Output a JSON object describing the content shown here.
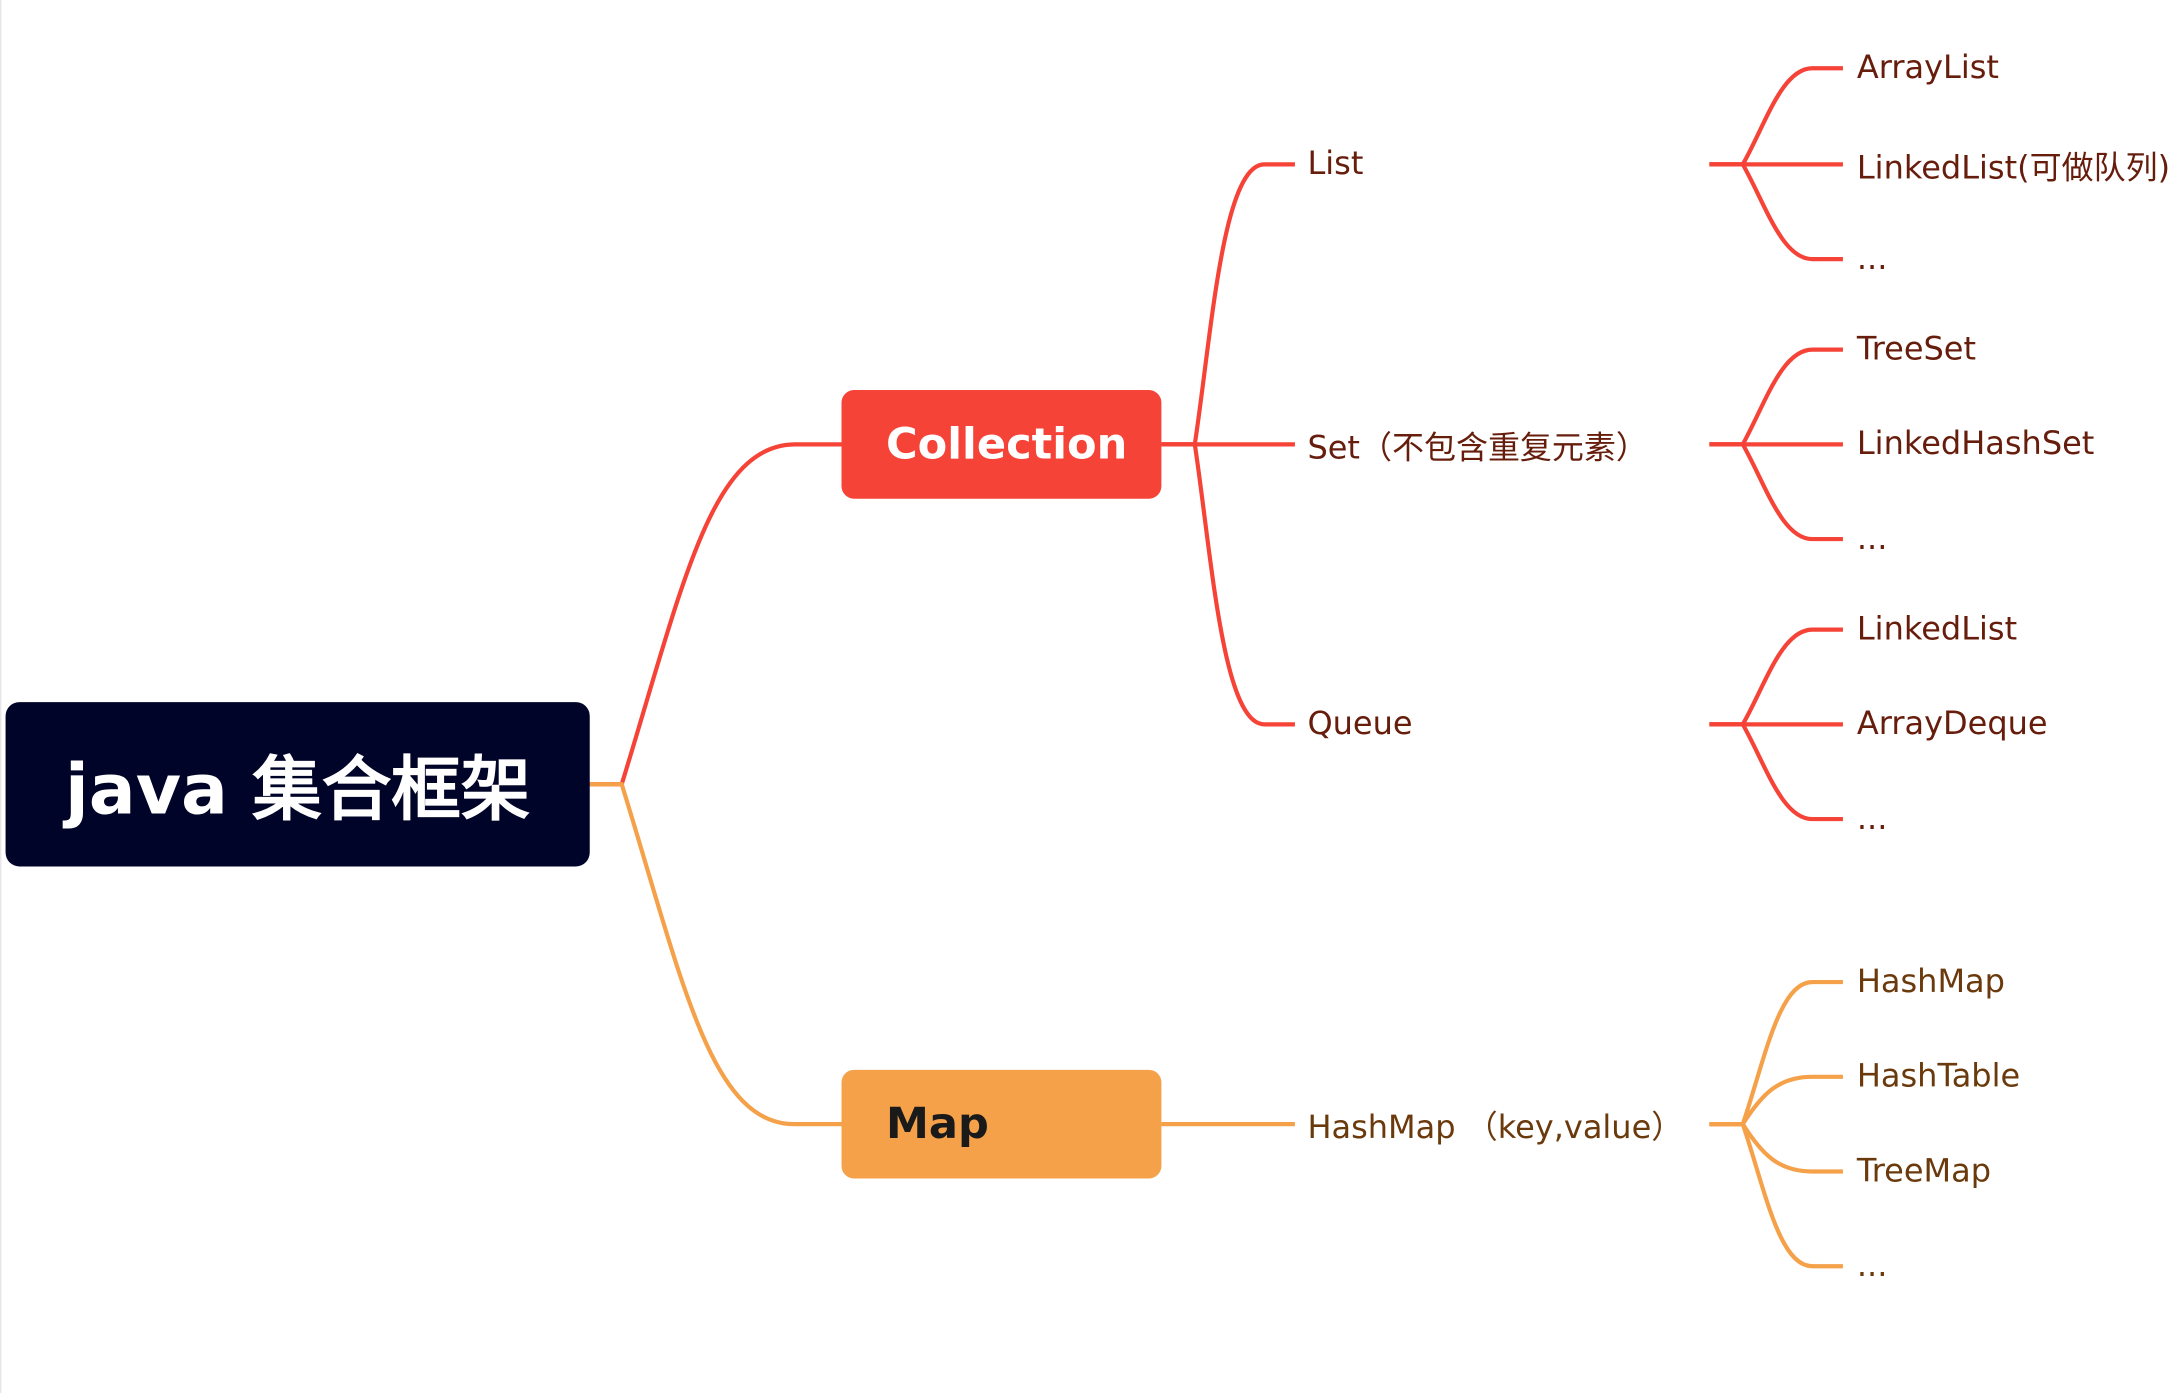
{
  "root": {
    "label": "java 集合框架"
  },
  "colors": {
    "root_bg": "#000428",
    "collection_branch": "#f64338",
    "map_branch": "#f5a14a",
    "collection_text": "#661d0c",
    "map_text": "#6b3a0c"
  },
  "collection": {
    "label": "Collection",
    "children": [
      {
        "label": "List",
        "leaves": [
          "ArrayList",
          "LinkedList(可做队列)",
          "..."
        ]
      },
      {
        "label": "Set（不包含重复元素）",
        "leaves": [
          "TreeSet",
          "LinkedHashSet",
          "..."
        ]
      },
      {
        "label": "Queue",
        "leaves": [
          "LinkedList",
          "ArrayDeque",
          "..."
        ]
      }
    ]
  },
  "map": {
    "label": "Map",
    "children": [
      {
        "label": "HashMap （key,value）",
        "leaves": [
          "HashMap",
          "HashTable",
          "TreeMap",
          "..."
        ]
      }
    ]
  }
}
